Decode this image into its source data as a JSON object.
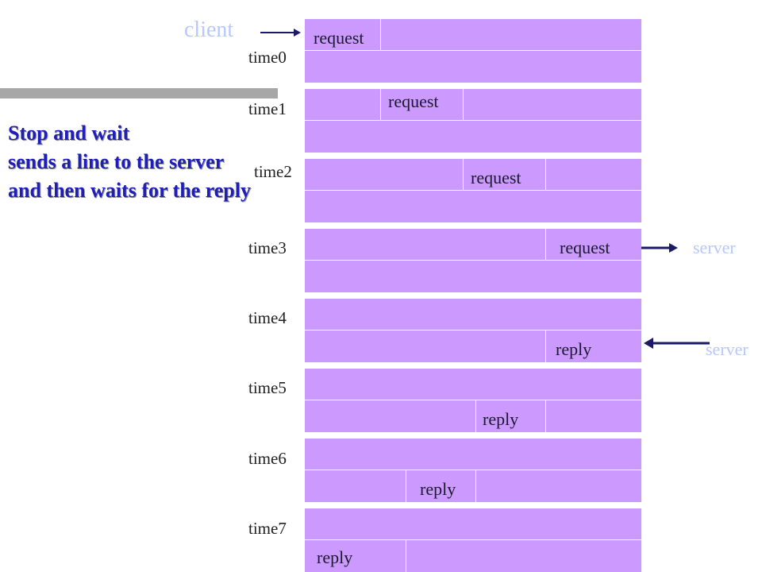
{
  "client_label": "client",
  "server_label": "server",
  "description": {
    "line1": "Stop and wait",
    "line2": "sends a line to the server",
    "line3": "and then waits for the reply"
  },
  "rows": [
    {
      "time": "time0",
      "message": "request"
    },
    {
      "time": "time1",
      "message": "request"
    },
    {
      "time": "time2",
      "message": "request"
    },
    {
      "time": "time3",
      "message": "request"
    },
    {
      "time": "time4",
      "message": "reply"
    },
    {
      "time": "time5",
      "message": "reply"
    },
    {
      "time": "time6",
      "message": "reply"
    },
    {
      "time": "time7",
      "message": "reply"
    }
  ],
  "colors": {
    "cell": "#cc99ff",
    "arrow": "#1a1a66",
    "label_light": "#b7c7ff",
    "description": "#1f1fb8"
  }
}
